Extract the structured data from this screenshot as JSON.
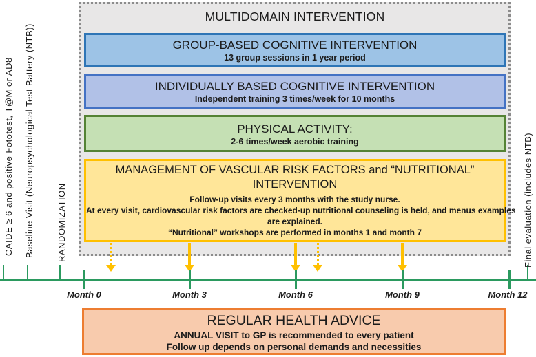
{
  "panel": {
    "title": "MULTIDOMAIN INTERVENTION",
    "fill": "#E8E7E7",
    "border_color": "#8C8C8C"
  },
  "boxes": [
    {
      "title": "GROUP-BASED COGNITIVE INTERVENTION",
      "subtitle": "13 group sessions in 1 year period",
      "fill": "#9DC3E6",
      "border": "#2E75B6"
    },
    {
      "title": "INDIVIDUALLY BASED COGNITIVE INTERVENTION",
      "subtitle": "Independent training 3 times/week for 10 months",
      "fill": "#B1C1E7",
      "border": "#4472C4"
    },
    {
      "title": "PHYSICAL ACTIVITY:",
      "subtitle": "2-6 times/week aerobic training",
      "fill": "#C5E0B4",
      "border": "#548235"
    },
    {
      "title": "MANAGEMENT OF VASCULAR RISK FACTORS and “NUTRITIONAL” INTERVENTION",
      "body_lines": [
        "Follow-up visits every 3 months with the study nurse.",
        "At every visit, cardiovascular risk factors are checked-up nutritional counseling is held, and menus examples",
        "are explained.",
        "“Nutritional” workshops are performed in months 1 and month 7"
      ],
      "fill": "#FFE699",
      "border": "#FFC000"
    }
  ],
  "timeline": {
    "pre_milestones": [
      "CAIDE ≥ 6 and positive Fototest, T@M or AD8",
      "Baseline Visit (Neuropsychological Test Battery (NTB))",
      "RANDOMIZATION"
    ],
    "post_milestone": "Final evaluation (includes NTB)",
    "months": [
      "Month 0",
      "Month 3",
      "Month 6",
      "Month 9",
      "Month 12"
    ],
    "line_color": "#2B9A5F"
  },
  "arrows": {
    "color": "#FFC000",
    "solid_at_months": [
      3,
      6,
      9
    ],
    "dotted_at_months": [
      1,
      7
    ]
  },
  "health_advice": {
    "title": "REGULAR HEALTH ADVICE",
    "line1": "ANNUAL VISIT to GP is recommended to every patient",
    "line2": "Follow up depends on personal demands and necessities",
    "fill": "#F8CBAD",
    "border": "#ED7D31"
  }
}
